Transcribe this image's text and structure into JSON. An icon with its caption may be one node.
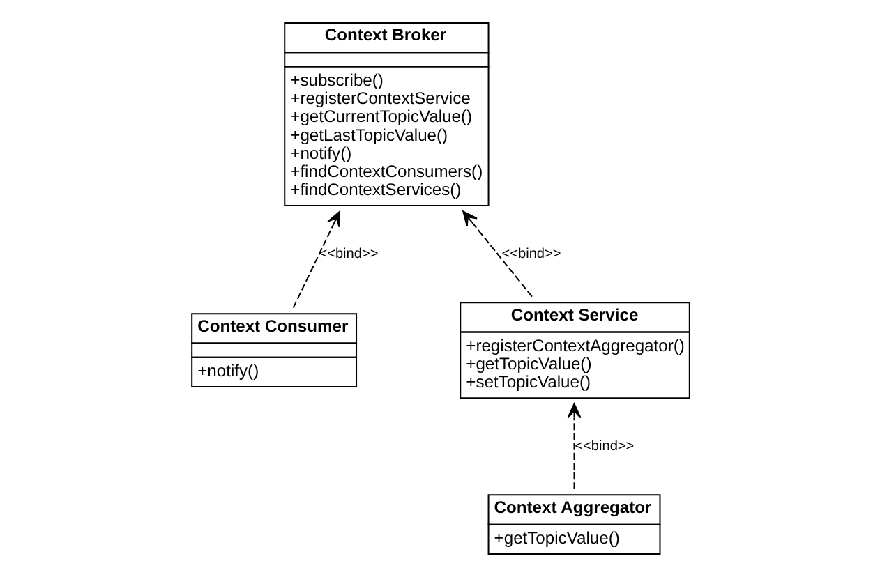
{
  "diagram": {
    "nodes": [
      {
        "text": [
          "Context Broker",
          "+subscribe()",
          "+registerContextService",
          "+getCurrentTopicValue()",
          "+getLastTopicValue()",
          "+notify()",
          "+findContextConsumers()",
          "+findContextServices()"
        ]
      },
      {
        "text": [
          "Context Consumer",
          "+notify()"
        ]
      },
      {
        "text": [
          "Context Service",
          "+registerContextAggregator()",
          "+getTopicValue()",
          "+setTopicValue()"
        ]
      },
      {
        "text": [
          "Context Aggregator",
          "+getTopicValue()"
        ]
      }
    ],
    "edges": [
      {
        "from": 1,
        "to": 0,
        "arrow": "to",
        "style": "dashed",
        "label": "<<bind>>"
      },
      {
        "from": 2,
        "to": 0,
        "arrow": "to",
        "style": "dashed",
        "label": "<<bind>>"
      },
      {
        "from": 3,
        "to": 2,
        "arrow": "to",
        "style": "dashed",
        "label": "<<bind>>"
      }
    ]
  }
}
